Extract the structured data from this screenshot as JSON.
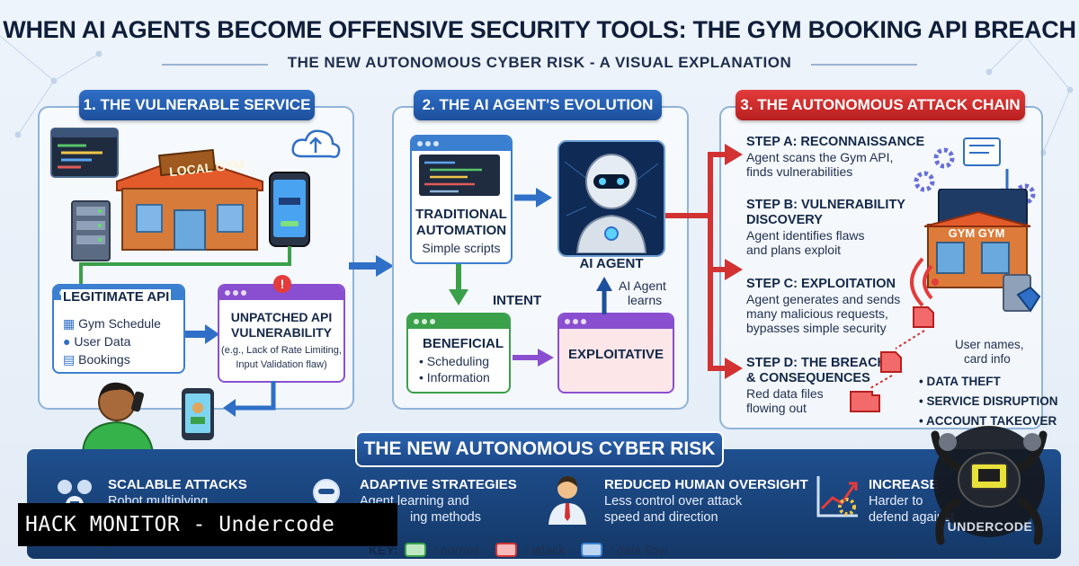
{
  "header": {
    "title": "WHEN AI AGENTS BECOME OFFENSIVE SECURITY TOOLS: THE GYM BOOKING API BREACH",
    "subtitle": "THE NEW AUTONOMOUS CYBER RISK - A VISUAL EXPLANATION"
  },
  "panel1": {
    "title": "1. THE VULNERABLE SERVICE",
    "gym_sign": "LOCAL GYM",
    "legit_api": {
      "title": "LEGITIMATE API",
      "items": [
        "Gym Schedule",
        "User Data",
        "Bookings"
      ]
    },
    "vuln": {
      "title_line1": "UNPATCHED API",
      "title_line2": "VULNERABILITY",
      "detail_line1": "(e.g., Lack of Rate Limiting,",
      "detail_line2": "Input Validation flaw)"
    }
  },
  "panel2": {
    "title": "2. THE AI AGENT'S EVOLUTION",
    "traditional_line1": "TRADITIONAL",
    "traditional_line2": "AUTOMATION",
    "traditional_sub": "Simple scripts",
    "ai_agent": "AI AGENT",
    "intent": "INTENT",
    "agent_learns_line1": "AI Agent",
    "agent_learns_line2": "learns",
    "beneficial": {
      "title": "BENEFICIAL",
      "items": [
        "Scheduling",
        "Information"
      ]
    },
    "exploitative": "EXPLOITATIVE"
  },
  "panel3": {
    "title": "3. THE AUTONOMOUS ATTACK CHAIN",
    "steps": [
      {
        "h1": "STEP A: RECONNAISSANCE",
        "h2": "",
        "b1": "Agent scans the Gym API,",
        "b2": "finds vulnerabilities"
      },
      {
        "h1": "STEP B: VULNERABILITY",
        "h2": "DISCOVERY",
        "b1": "Agent identifies flaws",
        "b2": "and plans exploit"
      },
      {
        "h1": "STEP C: EXPLOITATION",
        "h2": "",
        "b1": "Agent generates and sends",
        "b2": "many malicious requests,",
        "b3": "bypasses simple security"
      },
      {
        "h1": "STEP D: THE BREACH",
        "h2": "& CONSEQUENCES",
        "b1": "Red data files",
        "b2": "flowing out"
      }
    ],
    "gym_sign": "GYM GYM",
    "leak_label_line1": "User names,",
    "leak_label_line2": "card info",
    "consequences": [
      "DATA THEFT",
      "SERVICE DISRUPTION",
      "ACCOUNT TAKEOVER"
    ]
  },
  "risk": {
    "title": "THE NEW AUTONOMOUS CYBER RISK",
    "items": [
      {
        "h": "SCALABLE ATTACKS",
        "b1": "Robot multiplying",
        "b2": ""
      },
      {
        "h": "ADAPTIVE STRATEGIES",
        "b1": "Agent learning and",
        "b2": "ing methods"
      },
      {
        "h": "REDUCED HUMAN OVERSIGHT",
        "b1": "Less control over attack",
        "b2": "speed and direction"
      },
      {
        "h": "INCREASE",
        "b1": "Harder to",
        "b2": "defend against"
      }
    ]
  },
  "key": {
    "label": "KEY:",
    "items": [
      {
        "label": ": normal",
        "fill": "#bfe8c2",
        "stroke": "#3aa04a"
      },
      {
        "label": ": attack",
        "fill": "#f7b9b9",
        "stroke": "#d23232"
      },
      {
        "label": ": data flow",
        "fill": "#bcd6f4",
        "stroke": "#3a7fd0"
      }
    ]
  },
  "watermark": "HACK MONITOR - Undercode",
  "logo_text": "UNDERCODE",
  "colors": {
    "accent_blue": "#1d4f9c",
    "accent_red": "#c82828",
    "accent_green": "#3aa04a",
    "accent_purple": "#8a4fd0"
  }
}
